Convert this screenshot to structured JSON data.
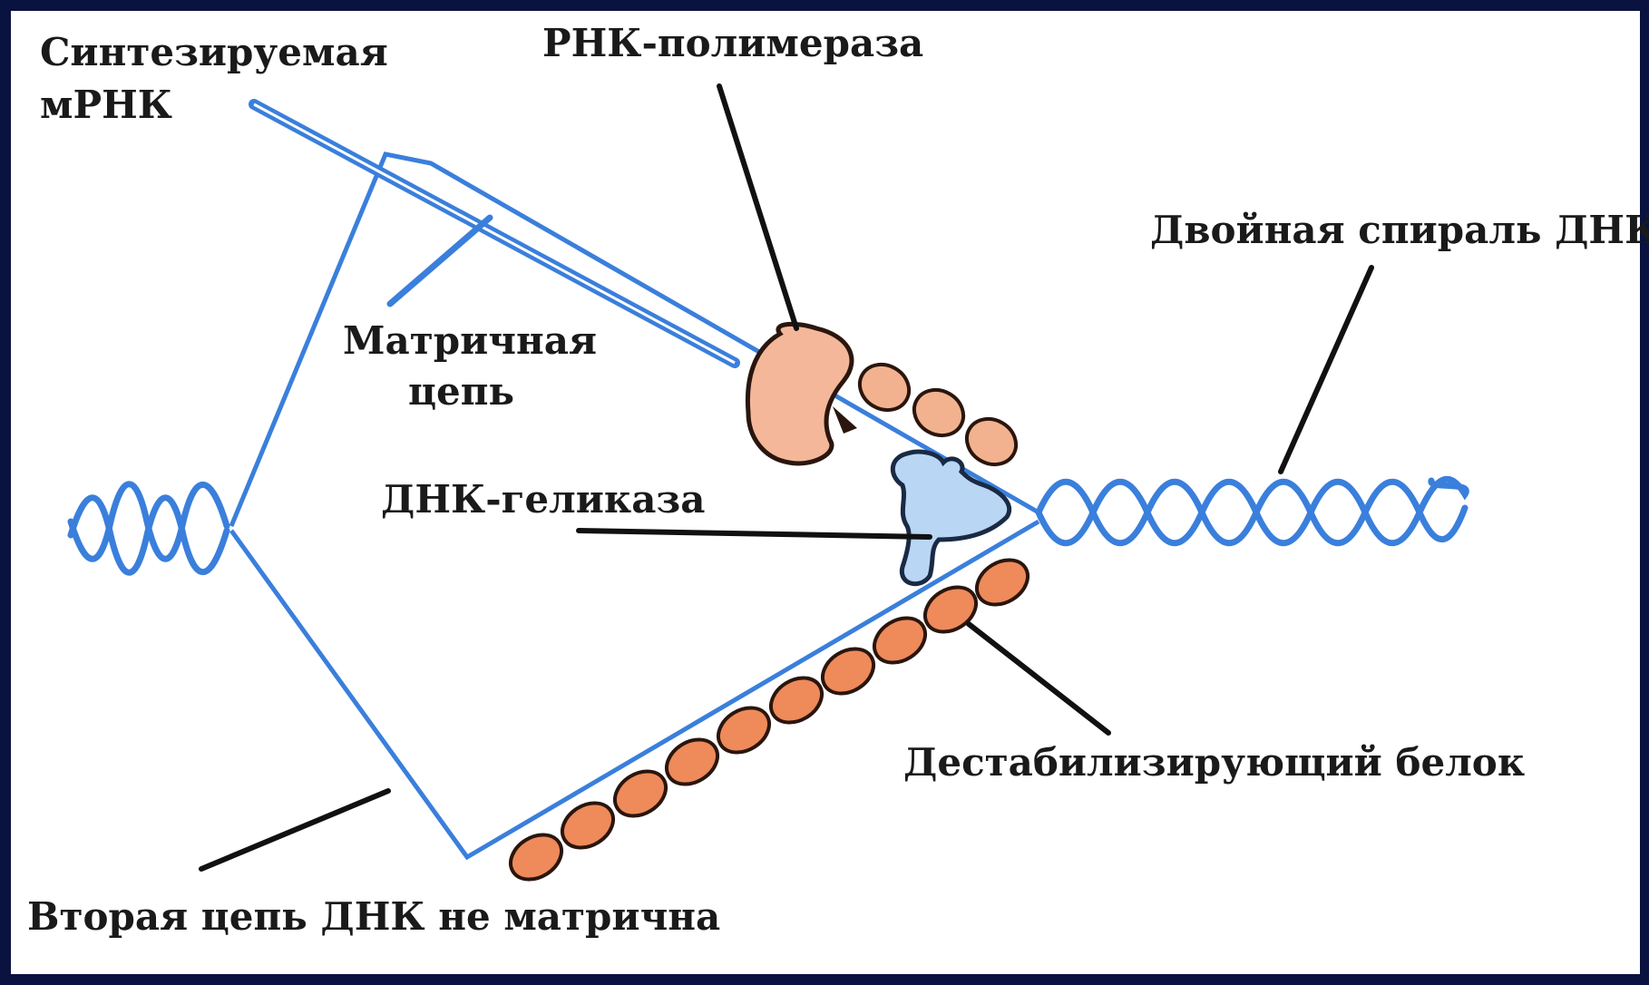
{
  "labels": {
    "mrna_line1": "Синтезируемая",
    "mrna_line2": "мРНК",
    "polymerase": "РНК-полимераза",
    "double_helix": "Двойная спираль ДНК",
    "template_line1": "Матричная",
    "template_line2": "цепь",
    "helicase": "ДНК-геликаза",
    "destab": "Дестабилизирующий белок",
    "second_strand": "Вторая цепь ДНК не матрична"
  },
  "colors": {
    "frame": "#0a1240",
    "panel": "#ffffff",
    "dna": "#3a7fdc",
    "polymerase": "#f4b79a",
    "polymerase_stroke": "#2a160e",
    "helicase": "#b9d6f4",
    "helicase_stroke": "#1a2a44",
    "ssb": "#ef8a5a",
    "ssb_light": "#f3b28f",
    "leader": "#111111"
  }
}
